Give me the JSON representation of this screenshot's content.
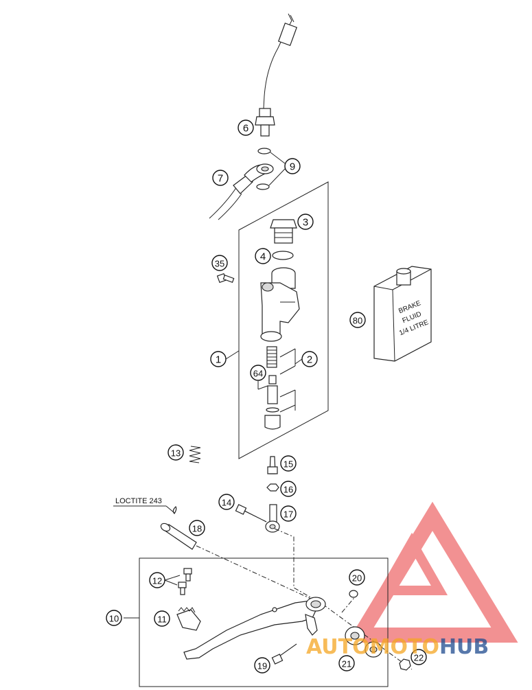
{
  "callouts": [
    "1",
    "2",
    "3",
    "4",
    "6",
    "7",
    "9",
    "10",
    "11",
    "12",
    "13",
    "14",
    "15",
    "16",
    "17",
    "18",
    "19",
    "20",
    "21",
    "22",
    "35",
    "64",
    "80"
  ],
  "annotation": {
    "loctite": "LOCTITE 243"
  },
  "bottle": {
    "line1": "BRAKE",
    "line2": "FLUID",
    "line3": "1/4 LITRE"
  },
  "watermark": {
    "part1": "AUTO",
    "part2": "MOTO",
    "part3": "HUB"
  },
  "colors": {
    "watermark_red": "#e8393a",
    "watermark_orange": "#f5a623",
    "watermark_blue": "#1f4b8f",
    "line": "#222222"
  }
}
